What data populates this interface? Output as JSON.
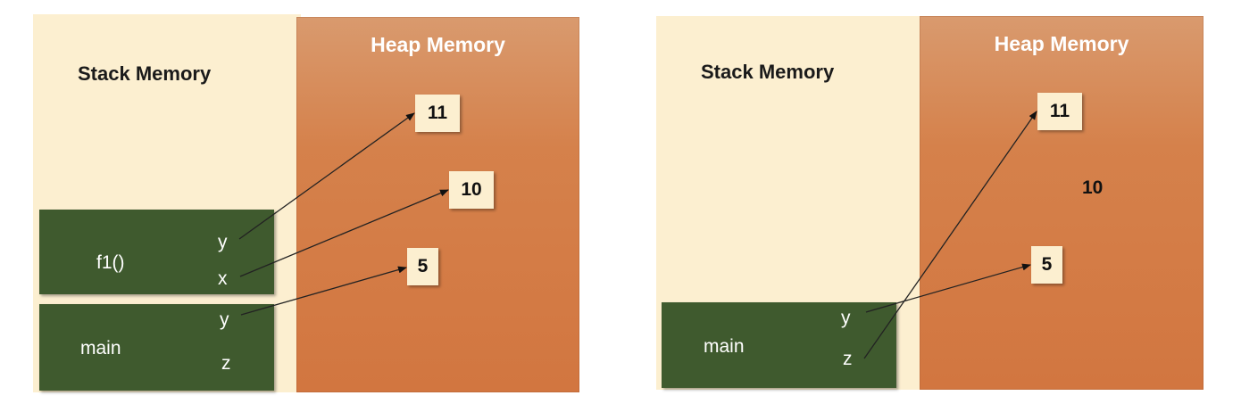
{
  "left": {
    "stack_title": "Stack Memory",
    "heap_title": "Heap Memory",
    "frames": [
      {
        "name": "f1()",
        "vars": [
          "y",
          "x"
        ]
      },
      {
        "name": "main",
        "vars": [
          "y",
          "z"
        ]
      }
    ],
    "heap_values": [
      "11",
      "10",
      "5"
    ]
  },
  "right": {
    "stack_title": "Stack Memory",
    "heap_title": "Heap Memory",
    "frames": [
      {
        "name": "main",
        "vars": [
          "y",
          "z"
        ]
      }
    ],
    "heap_values": [
      "11",
      "10",
      "5"
    ]
  },
  "colors": {
    "stack_bg": "#fcefd0",
    "heap_bg": "#d27640",
    "frame_bg": "#3f5a2e"
  }
}
